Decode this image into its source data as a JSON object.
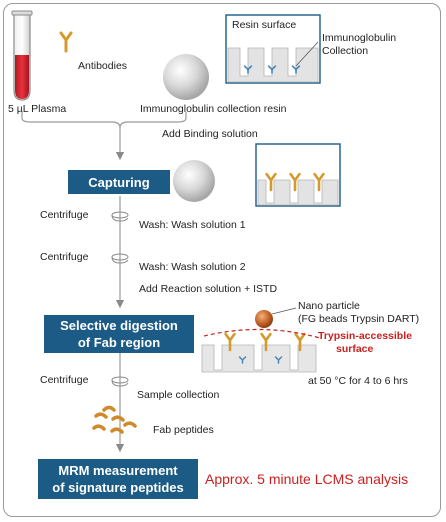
{
  "labels": {
    "antibodies": "Antibodies",
    "plasma": "5 µL Plasma",
    "resin_surface": "Resin surface",
    "ig_collection_line1": "Immunoglobulin",
    "ig_collection_line2": "Collection",
    "ig_resin": "Immunoglobulin collection resin",
    "add_binding": "Add Binding solution",
    "centrifuge_1": "Centrifuge",
    "wash_1": "Wash: Wash solution 1",
    "centrifuge_2": "Centrifuge",
    "wash_2": "Wash: Wash solution 2",
    "add_reaction": "Add Reaction solution + ISTD",
    "nano_line1": "Nano particle",
    "nano_line2": "(FG beads Trypsin DART)",
    "trypsin_line1": "Trypsin-accessible",
    "trypsin_line2": "surface",
    "temperature": "at 50 °C for 4 to 6 hrs",
    "centrifuge_3": "Centrifuge",
    "sample_collection": "Sample collection",
    "fab_peptides": "Fab peptides",
    "lcms": "Approx. 5 minute LCMS analysis"
  },
  "steps": {
    "capturing": "Capturing",
    "digestion_line1": "Selective digestion",
    "digestion_line2": "of Fab region",
    "mrm_line1": "MRM measurement",
    "mrm_line2": "of signature peptides"
  },
  "colors": {
    "step_box": "#1b5b86",
    "antibody": "#d59a2c",
    "plasma_red": "#d9202b",
    "highlight_red": "#cc1f1f",
    "resin_bead": "#cfcfcf",
    "nano_particle": "#c8652a"
  }
}
